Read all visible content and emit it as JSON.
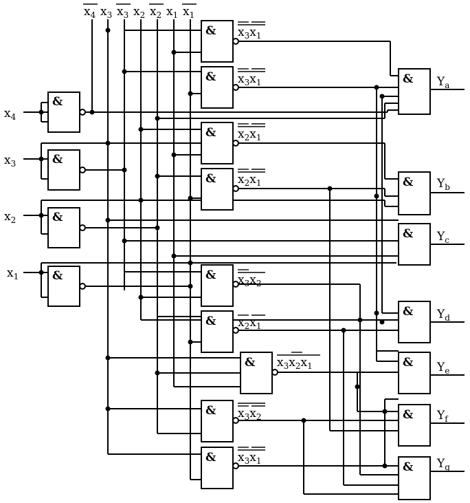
{
  "bus_labels": {
    "nx4_base": "x",
    "nx4_sub": "4",
    "x3_base": "x",
    "x3_sub": "3",
    "nx3_base": "x",
    "nx3_sub": "3",
    "x2_base": "x",
    "x2_sub": "2",
    "nx2_base": "x",
    "nx2_sub": "2",
    "x1_base": "x",
    "x1_sub": "1",
    "nx1_base": "x",
    "nx1_sub": "1"
  },
  "inputs": {
    "x4_base": "x",
    "x4_sub": "4",
    "x3_base": "x",
    "x3_sub": "3",
    "x2_base": "x",
    "x2_sub": "2",
    "x1_base": "x",
    "x1_sub": "1"
  },
  "gate_symbol": "&",
  "terms": {
    "t1": [
      "x",
      "3",
      "x",
      "1"
    ],
    "t2": [
      "x",
      "3",
      "x",
      "1"
    ],
    "t3": [
      "x",
      "2",
      "x",
      "1"
    ],
    "t4": [
      "x",
      "2",
      "x",
      "1"
    ],
    "t5": [
      "x",
      "3",
      "x",
      "2"
    ],
    "t6": [
      "x",
      "2",
      "x",
      "1"
    ],
    "t7": [
      "x",
      "3",
      "x",
      "2",
      "x",
      "1"
    ],
    "t8": [
      "x",
      "3",
      "x",
      "2"
    ],
    "t9": [
      "x",
      "3",
      "x",
      "1"
    ]
  },
  "outputs": {
    "ya_base": "Y",
    "ya_sub": "a",
    "yb_base": "Y",
    "yb_sub": "b",
    "yc_base": "Y",
    "yc_sub": "c",
    "yd_base": "Y",
    "yd_sub": "d",
    "ye_base": "Y",
    "ye_sub": "e",
    "yf_base": "Y",
    "yf_sub": "f",
    "yg_base": "Y",
    "yg_sub": "g"
  }
}
